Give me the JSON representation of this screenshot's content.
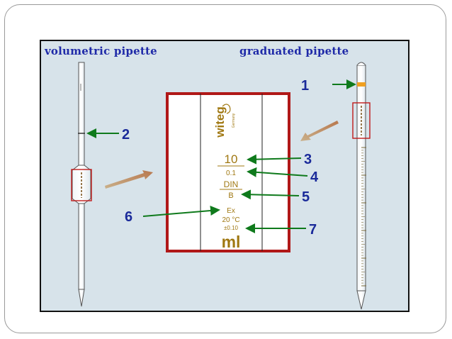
{
  "titles": {
    "volumetric": "volumetric pipette",
    "graduated": "graduated pipette"
  },
  "callouts": [
    "1",
    "2",
    "3",
    "4",
    "5",
    "6",
    "7"
  ],
  "label_panel": {
    "brand": "witeg",
    "brand_sub": "Germany",
    "volume": "10",
    "division": "0.1",
    "standard": "DIN",
    "class": "B",
    "calibration": "Ex",
    "temperature": "20 °C",
    "tolerance": "±0.10",
    "unit": "ml"
  },
  "colors": {
    "panel_bg": "#d7e3ea",
    "heading": "#1f2aa8",
    "arrow_green": "#0f7a1c",
    "frame_red": "#b01818",
    "label_gold": "#a07812",
    "pointer_tan": "#c8906a",
    "band_orange": "#f0a020"
  }
}
